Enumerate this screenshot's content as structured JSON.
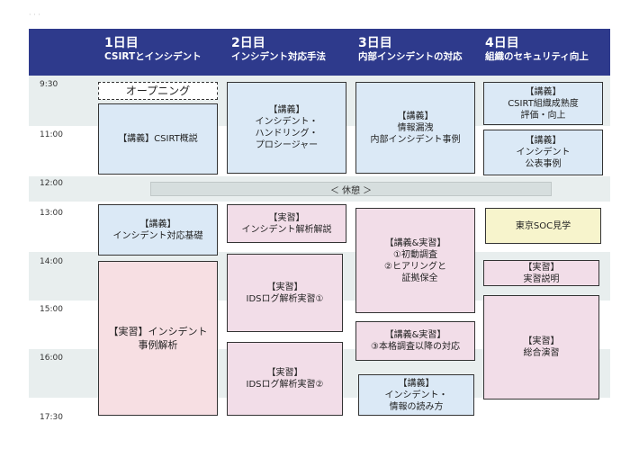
{
  "faint_title": "· · ·",
  "days": [
    {
      "day": "1日目",
      "title": "CSIRTとインシデント"
    },
    {
      "day": "2日目",
      "title": "インシデント対応手法"
    },
    {
      "day": "3日目",
      "title": "内部インシデントの対応"
    },
    {
      "day": "4日目",
      "title": "組織のセキュリティ向上"
    }
  ],
  "times": [
    "9:30",
    "11:00",
    "12:00",
    "13:00",
    "14:00",
    "15:00",
    "16:00",
    "17:30"
  ],
  "break_label": "＜ 休憩 ＞",
  "sessions": {
    "d1_opening": "オープニング",
    "d1_csirt_overview": "【講義】CSIRT概説",
    "d1_incident_basics": "【講義】\nインシデント対応基礎",
    "d1_case_analysis": "【実習】インシデント\n事例解析",
    "d2_procedure": "【講義】\nインシデント・\nハンドリング・\nプロシージャー",
    "d2_analysis_explain": "【実習】\nインシデント解析解説",
    "d2_ids1": "【実習】\nIDSログ解析実習①",
    "d2_ids2": "【実習】\nIDSログ解析実習②",
    "d3_leak_case": "【講義】\n情報漏洩\n内部インシデント事例",
    "d3_initial": "【講義&実習】\n①初動調査\n②ヒアリングと\n　証拠保全",
    "d3_full": "【講義&実習】\n③本格調査以降の対応",
    "d3_reading": "【講義】\nインシデント・\n情報の読み方",
    "d4_maturity": "【講義】\nCSIRT組織成熟度\n評価・向上",
    "d4_disclosure": "【講義】\nインシデント\n公表事例",
    "d4_soc_tour": "東京SOC見学",
    "d4_practice_explain": "【実習】\n実習説明",
    "d4_exercise": "【実習】\n総合演習"
  }
}
